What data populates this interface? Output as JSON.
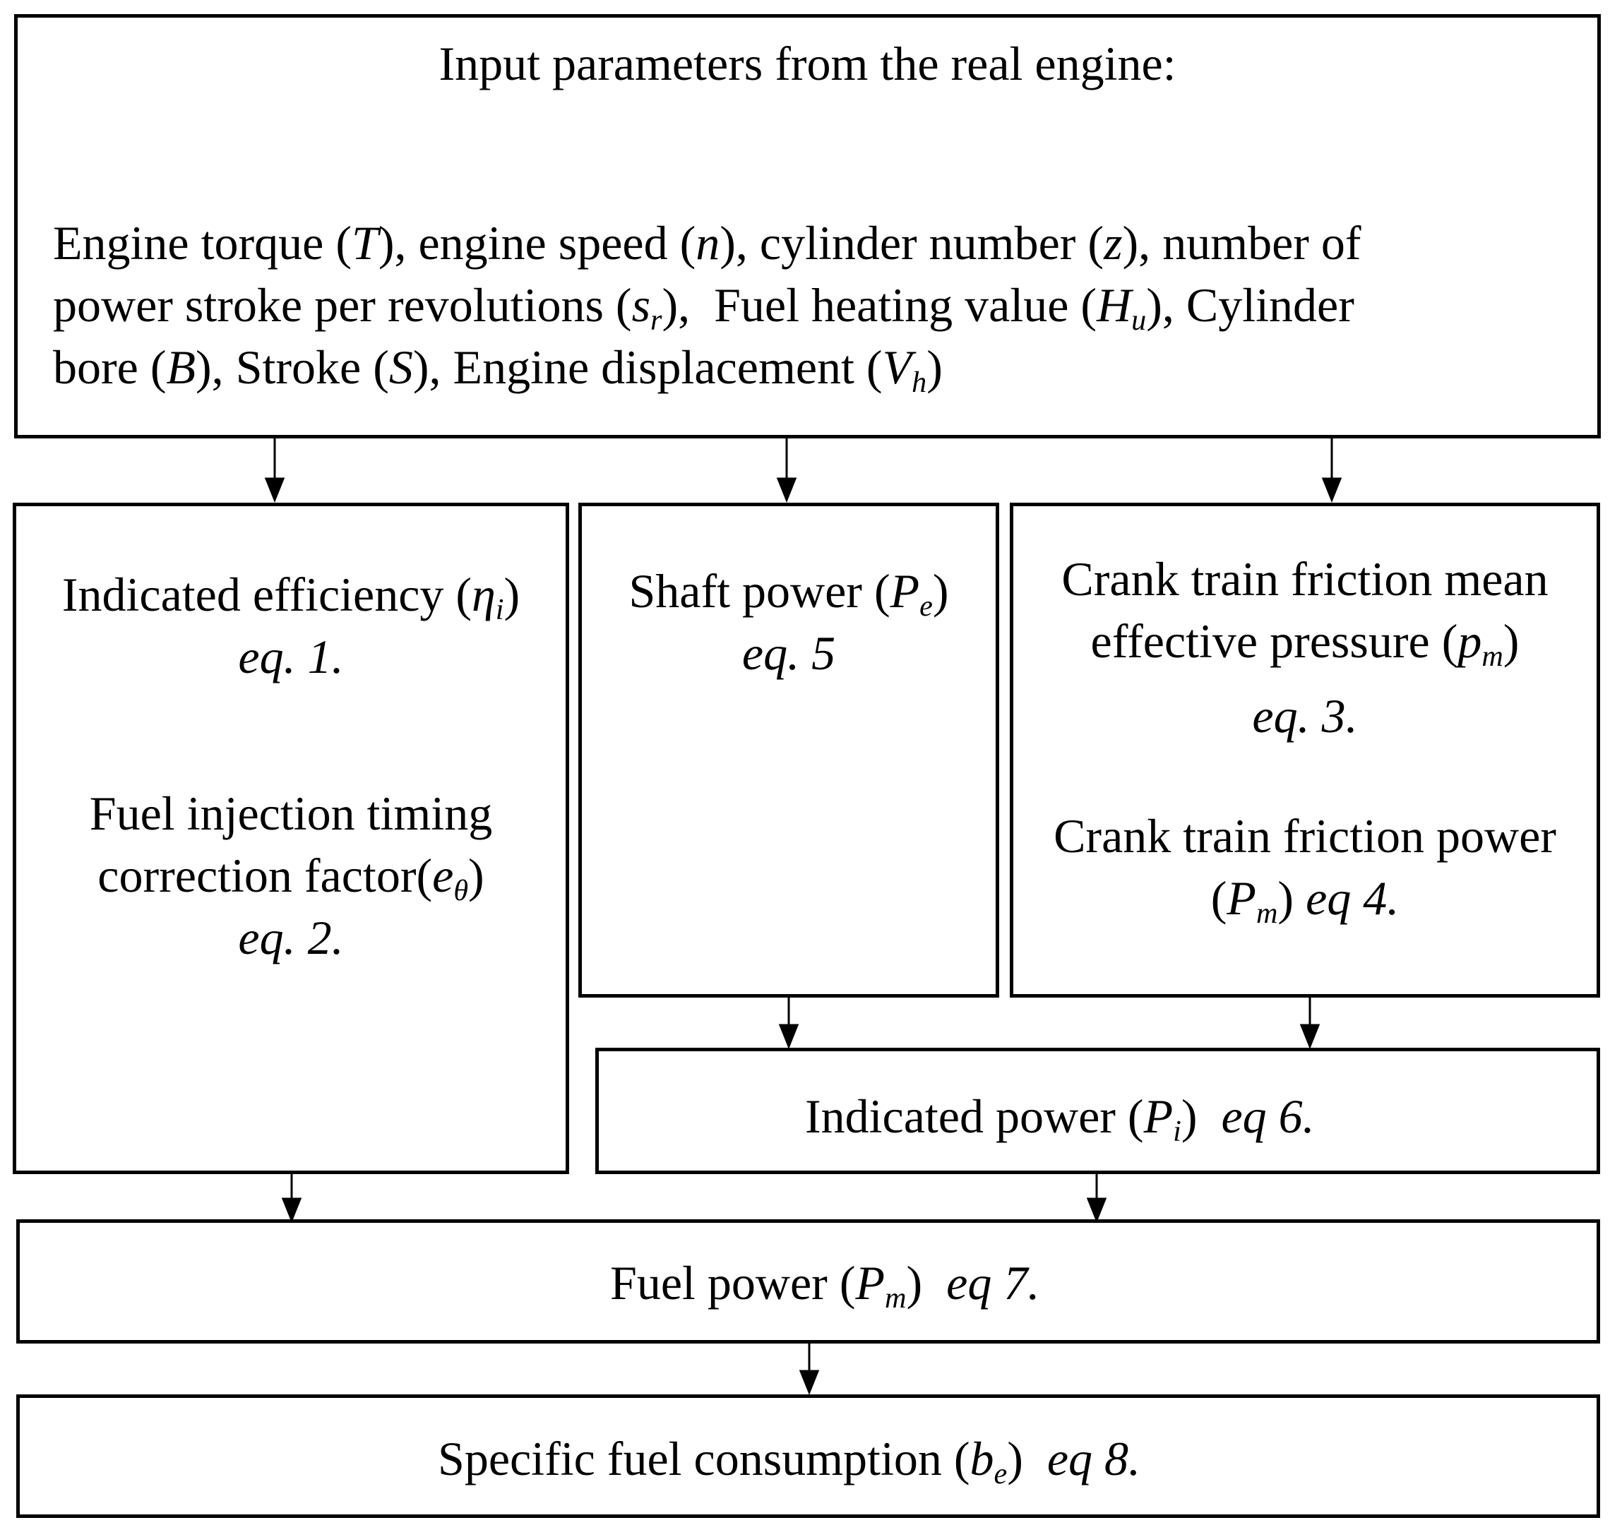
{
  "input_box": {
    "title": "Input parameters from the real engine:",
    "params": {
      "p1_name": "Engine torque",
      "p1_sym": "T",
      "p2_name": "engine speed",
      "p2_sym": "n",
      "p3_name": "cylinder number",
      "p3_sym": "z",
      "p4_name_a": "number of",
      "p4_name_b": "power stroke per revolutions",
      "p4_sym": "s",
      "p4_sub": "r",
      "p5_name": "Fuel heating value",
      "p5_sym": "H",
      "p5_sub": "u",
      "p6_name_a": "Cylinder",
      "p6_name_b": "bore",
      "p6_sym": "B",
      "p7_name": "Stroke",
      "p7_sym": "S",
      "p8_name": "Engine displacement",
      "p8_sym": "V",
      "p8_sub": "h"
    }
  },
  "left_box": {
    "ind_eff_label": "Indicated efficiency",
    "ind_eff_sym": "η",
    "ind_eff_sub": "i",
    "ind_eff_eq": "eq. 1.",
    "inj_label_1": "Fuel injection timing",
    "inj_label_2": "correction factor",
    "inj_sym": "e",
    "inj_sub": "θ",
    "inj_eq": "eq. 2."
  },
  "middle_box": {
    "label": "Shaft power",
    "sym": "P",
    "sub": "e",
    "eq": "eq. 5"
  },
  "right_box": {
    "fmep_label_1": "Crank train friction mean",
    "fmep_label_2": "effective pressure",
    "fmep_sym": "p",
    "fmep_sub": "m",
    "fmep_eq": "eq. 3.",
    "fp_label": "Crank train friction power",
    "fp_sym": "P",
    "fp_sub": "m",
    "fp_eq": "eq 4."
  },
  "indicated_power": {
    "label": "Indicated power",
    "sym": "P",
    "sub": "i",
    "eq": "eq 6."
  },
  "fuel_power": {
    "label": "Fuel power",
    "sym": "P",
    "sub": "m",
    "eq": "eq 7."
  },
  "sfc": {
    "label": "Specific fuel consumption",
    "sym": "b",
    "sub": "e",
    "eq": "eq 8."
  }
}
